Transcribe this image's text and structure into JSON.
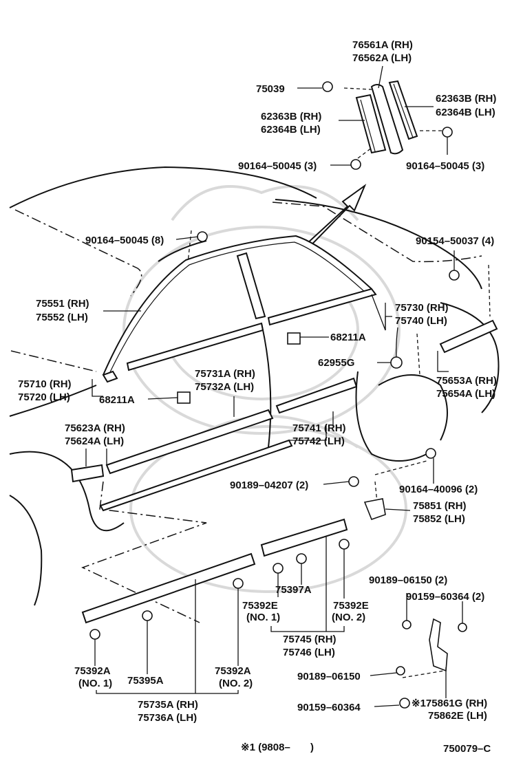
{
  "labels": {
    "p76561A": "76561A (RH)",
    "p76562A": "76562A (LH)",
    "p75039": "75039",
    "p62363B_r": "62363B (RH)",
    "p62364B_r": "62364B (LH)",
    "p62363B_l": "62363B (RH)",
    "p62364B_l": "62364B (LH)",
    "p90164_50045_3a": "90164–50045 (3)",
    "p90164_50045_3b": "90164–50045 (3)",
    "p90164_50045_8": "90164–50045 (8)",
    "p90154_50037": "90154–50037 (4)",
    "p75551": "75551 (RH)",
    "p75552": "75552 (LH)",
    "p75730": "75730 (RH)",
    "p75740": "75740 (LH)",
    "p68211A_a": "68211A",
    "p62955G": "62955G",
    "p75710": "75710 (RH)",
    "p75720": "75720 (LH)",
    "p75731A": "75731A (RH)",
    "p75732A": "75732A (LH)",
    "p68211A_b": "68211A",
    "p75653A": "75653A (RH)",
    "p75654A": "75654A (LH)",
    "p75623A": "75623A (RH)",
    "p75624A": "75624A (LH)",
    "p75741": "75741 (RH)",
    "p75742": "75742 (LH)",
    "p90189_04207": "90189–04207 (2)",
    "p90164_40096": "90164–40096 (2)",
    "p75851": "75851 (RH)",
    "p75852": "75852 (LH)",
    "p90189_06150_2": "90189–06150 (2)",
    "p90159_60364_2": "90159–60364 (2)",
    "p75397A": "75397A",
    "p75392E_1": "75392E",
    "p75392E_1n": "(NO. 1)",
    "p75392E_2": "75392E",
    "p75392E_2n": "(NO. 2)",
    "p75745": "75745 (RH)",
    "p75746": "75746 (LH)",
    "p75392A_1": "75392A",
    "p75392A_1n": "(NO. 1)",
    "p75395A": "75395A",
    "p75392A_2": "75392A",
    "p75392A_2n": "(NO. 2)",
    "p75735A": "75735A (RH)",
    "p75736A": "75736A (LH)",
    "p90189_06150": "90189–06150",
    "p90159_60364": "90159–60364",
    "p75861G": "※175861G (RH)",
    "p75862E": "75862E (LH)"
  },
  "footer": {
    "note": "※1 (9808–       )",
    "code": "750079–C"
  }
}
